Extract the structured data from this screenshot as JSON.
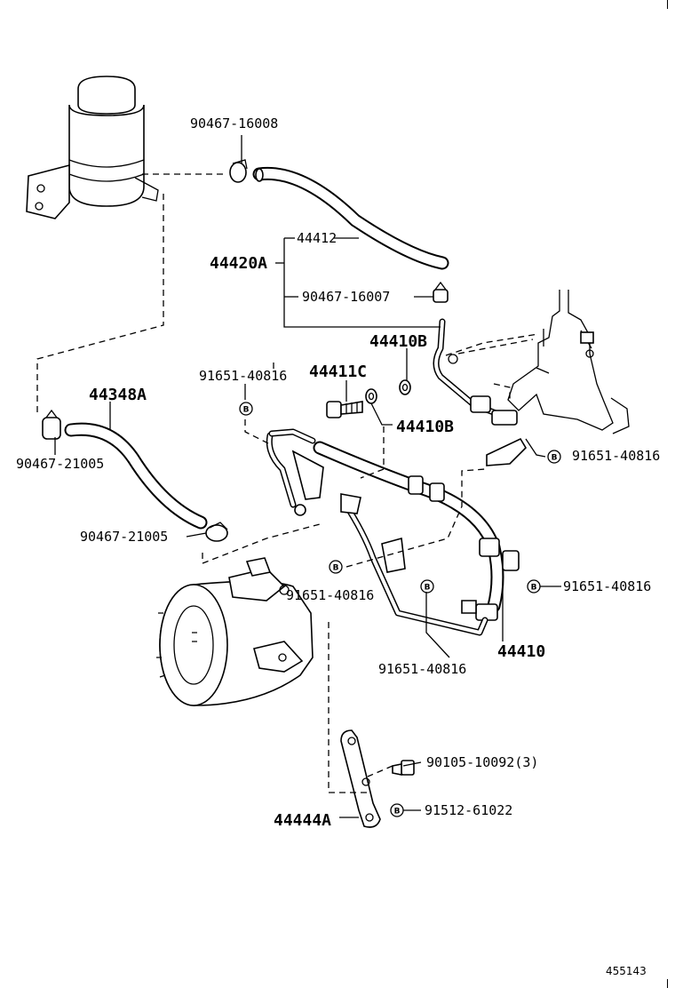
{
  "labels": {
    "clamp_top": "90467-16008",
    "hose_top": "44412",
    "assy_reservoir": "44420A",
    "clamp_mid": "90467-16007",
    "gasket_upper": "44410B",
    "bolt_union": "44411C",
    "gasket_lower": "44410B",
    "bolt_left": "91651-40816",
    "hose_return": "44348A",
    "clamp_left": "90467-21005",
    "clamp_pump": "90467-21005",
    "bolt_right_upper": "91651-40816",
    "bolt_right_mid": "91651-40816",
    "bolt_center": "91651-40816",
    "bolt_bottom": "91651-40816",
    "tube_pressure": "44410",
    "bolt_bracket": "90105-10092(3)",
    "bracket_pump": "44444A",
    "bolt_bracket_b": "91512-61022",
    "figure_id": "455143"
  },
  "badge_letter": "B"
}
